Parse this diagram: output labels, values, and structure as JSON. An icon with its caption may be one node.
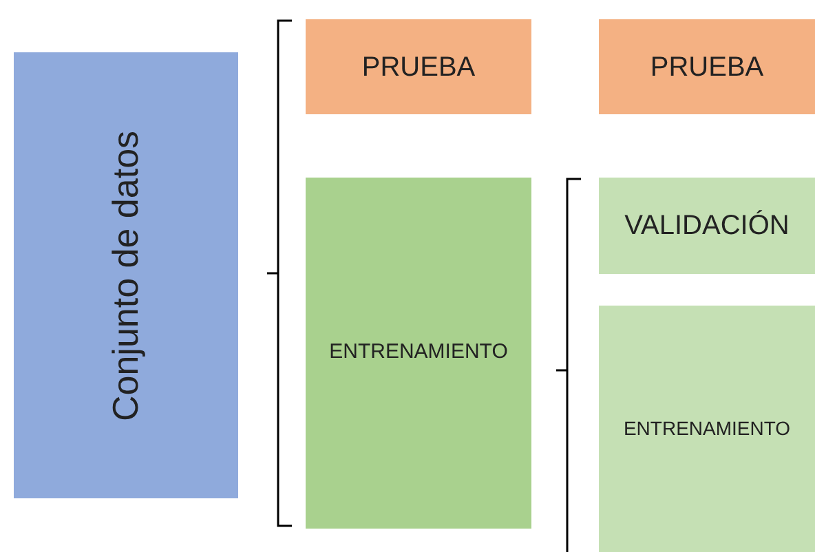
{
  "diagram": {
    "nodes": [
      {
        "text": [
          "Conjunto de datos"
        ]
      },
      {
        "text": [
          "PRUEBA"
        ]
      },
      {
        "text": [
          "ENTRENAMIENTO"
        ]
      },
      {
        "text": [
          "PRUEBA"
        ]
      },
      {
        "text": [
          "VALIDACIÓN"
        ]
      },
      {
        "text": [
          "ENTRENAMIENTO"
        ]
      }
    ]
  }
}
